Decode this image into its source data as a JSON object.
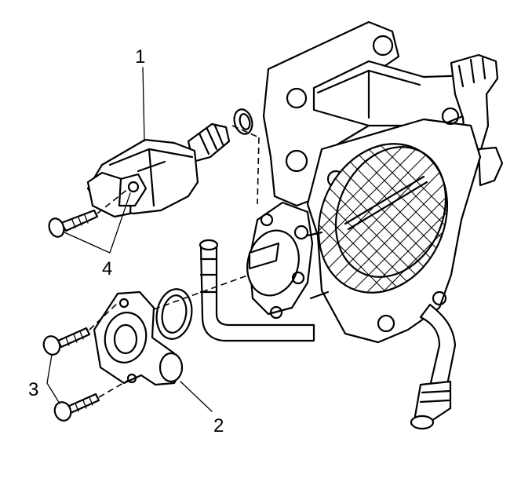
{
  "callouts": [
    {
      "id": "1",
      "label": "1"
    },
    {
      "id": "2",
      "label": "2"
    },
    {
      "id": "3",
      "label": "3"
    },
    {
      "id": "4",
      "label": "4"
    }
  ],
  "colors": {
    "line": "#000000",
    "background": "#ffffff"
  }
}
